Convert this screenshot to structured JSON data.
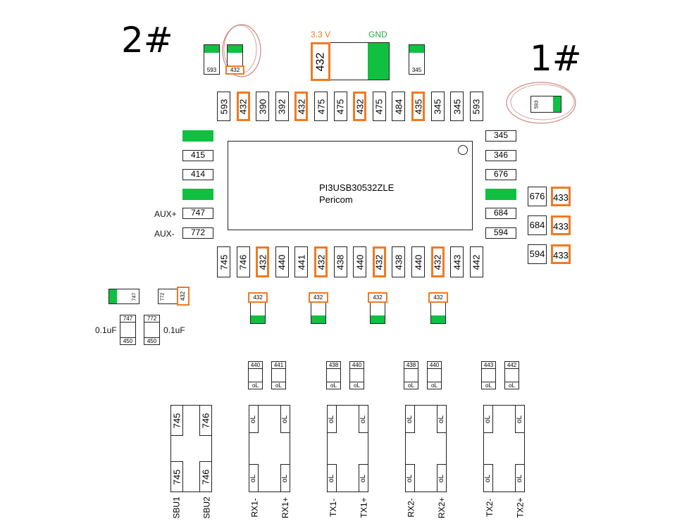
{
  "labels": {
    "tag2": "2#",
    "tag1": "1#",
    "v33": "3.3 V",
    "gnd": "GND",
    "chip_name": "PI3USB30532ZLE",
    "chip_vendor": "Pericom",
    "aux_plus": "AUX+",
    "aux_minus": "AUX-",
    "cap_left": "0.1uF",
    "cap_right": "0.1uF"
  },
  "top_caps": {
    "left_small": "593",
    "left_marked": "432",
    "big_marked": "432",
    "right_small": "345",
    "far_right": "593"
  },
  "top_pins": [
    "593",
    "432",
    "390",
    "392",
    "432",
    "475",
    "475",
    "432",
    "475",
    "484",
    "435",
    "345",
    "345",
    "593"
  ],
  "bottom_pins": [
    "745",
    "746",
    "432",
    "440",
    "441",
    "432",
    "438",
    "440",
    "432",
    "438",
    "440",
    "432",
    "443",
    "442"
  ],
  "left_pins": [
    "",
    "415",
    "414",
    "",
    "747",
    "772"
  ],
  "right_pins": [
    "345",
    "346",
    "676",
    "",
    "684",
    "594"
  ],
  "right_pairs": [
    {
      "a": "676",
      "b": "433"
    },
    {
      "a": "684",
      "b": "433"
    },
    {
      "a": "594",
      "b": "433"
    }
  ],
  "small_left": {
    "cap1": "747",
    "cap2": "772",
    "cap2b": "432"
  },
  "lower_caps": [
    {
      "t": "747",
      "b": "450"
    },
    {
      "t": "772",
      "b": "450"
    }
  ],
  "under_chip_caps": [
    "432",
    "432",
    "432",
    "432"
  ],
  "small_pairs": [
    {
      "a": "440",
      "b": "441",
      "al": "oL",
      "bl": "oL"
    },
    {
      "a": "438",
      "b": "440",
      "al": "oL",
      "bl": "oL"
    },
    {
      "a": "438",
      "b": "440",
      "al": "oL",
      "bl": "oL"
    },
    {
      "a": "443",
      "b": "442",
      "al": "oL",
      "bl": "oL"
    }
  ],
  "connectors": [
    {
      "tl": "745",
      "tr": "746",
      "bl": "745",
      "br": "746",
      "n1": "SBU1",
      "n2": "SBU2"
    },
    {
      "tl": "oL",
      "tr": "oL",
      "bl": "oL",
      "br": "oL",
      "n1": "RX1-",
      "n2": "RX1+"
    },
    {
      "tl": "oL",
      "tr": "oL",
      "bl": "oL",
      "br": "oL",
      "n1": "TX1-",
      "n2": "TX1+"
    },
    {
      "tl": "oL",
      "tr": "oL",
      "bl": "oL",
      "br": "oL",
      "n1": "RX2-",
      "n2": "RX2+"
    },
    {
      "tl": "oL",
      "tr": "oL",
      "bl": "oL",
      "br": "oL",
      "n1": "TX2-",
      "n2": "TX2+"
    }
  ],
  "colors": {
    "green": "#10c040",
    "orange": "#f07a22",
    "gnd_text": "#2aa84a",
    "circle": "#c88a80"
  }
}
